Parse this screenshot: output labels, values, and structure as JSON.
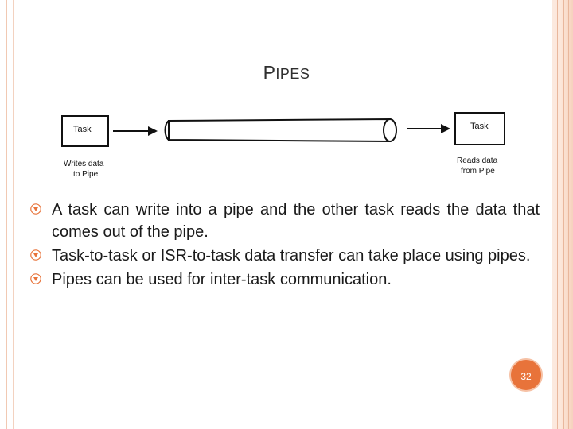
{
  "slide": {
    "title_first": "P",
    "title_rest": "IPES",
    "page_number": "32"
  },
  "diagram": {
    "left_box_label": "Task",
    "left_caption_line1": "Writes data",
    "left_caption_line2": "to Pipe",
    "right_box_label": "Task",
    "right_caption_line1": "Reads data",
    "right_caption_line2": "from Pipe"
  },
  "bullets": [
    "A task can write into a pipe and the other task reads the data that comes out of the pipe.",
    "Task-to-task or ISR-to-task data transfer can take place using pipes.",
    "Pipes can be used for inter-task communication."
  ],
  "colors": {
    "accent": "#e8733a",
    "bullet_icon": "#e8733a"
  }
}
